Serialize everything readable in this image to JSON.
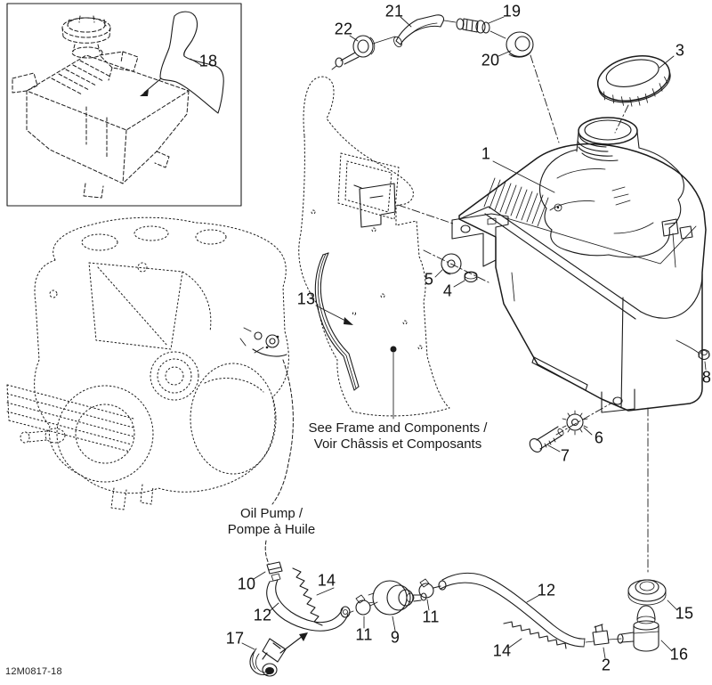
{
  "diagram": {
    "drawing_code": "12M0817-18",
    "notes": {
      "frame_line1": "See Frame and Components /",
      "frame_line2": "Voir Châssis et Composants",
      "pump_line1": "Oil Pump /",
      "pump_line2": "Pompe à Huile"
    },
    "callouts": {
      "c1": "1",
      "c2": "2",
      "c3": "3",
      "c4": "4",
      "c5": "5",
      "c6": "6",
      "c7": "7",
      "c8": "8",
      "c9": "9",
      "c10": "10",
      "c11_left": "11",
      "c11_right": "11",
      "c12_left": "12",
      "c12_right": "12",
      "c13": "13",
      "c14_left": "14",
      "c14_right": "14",
      "c15": "15",
      "c16": "16",
      "c17": "17",
      "c18": "18",
      "c19": "19",
      "c20": "20",
      "c21": "21",
      "c22": "22"
    },
    "colors": {
      "line": "#1b1b1b",
      "background": "#ffffff"
    }
  }
}
